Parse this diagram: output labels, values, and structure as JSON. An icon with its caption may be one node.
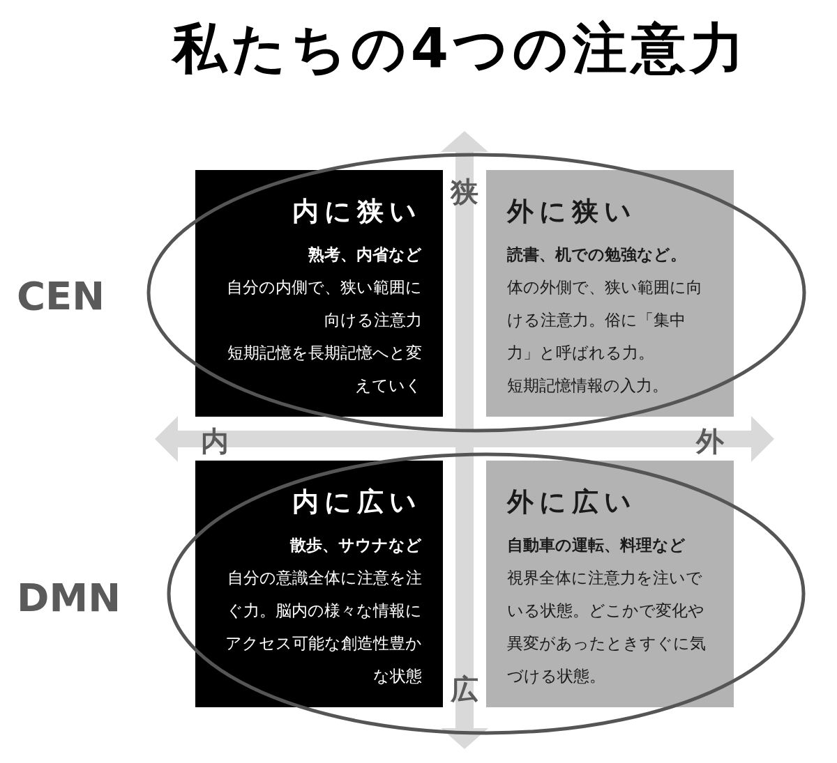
{
  "diagram": {
    "title": "私たちの4つの注意力",
    "nodes": [
      {
        "text": [
          "内に狭い",
          "熟考、内省など",
          "自分の内側で、狭い範囲に向ける注意力",
          "短期記憶を長期記憶へと変えていく"
        ]
      },
      {
        "text": [
          "外に狭い",
          "読書、机での勉強など。",
          "体の外側で、狭い範囲に向ける注意力。俗に「集中力」と呼ばれる力。",
          "短期記憶情報の入力。"
        ]
      },
      {
        "text": [
          "内に広い",
          "散歩、サウナなど",
          "自分の意識全体に注意を注ぐ力。脳内の様々な情報にアクセス可能な創造性豊かな状態"
        ]
      },
      {
        "text": [
          "外に広い",
          "自動車の運転、料理など",
          "視界全体に注意力を注いでいる状態。どこかで変化や異変があったときすぐに気づける状態。"
        ]
      }
    ],
    "labels": [
      "狭",
      "CEN",
      "内",
      "外",
      "DMN",
      "広"
    ]
  }
}
